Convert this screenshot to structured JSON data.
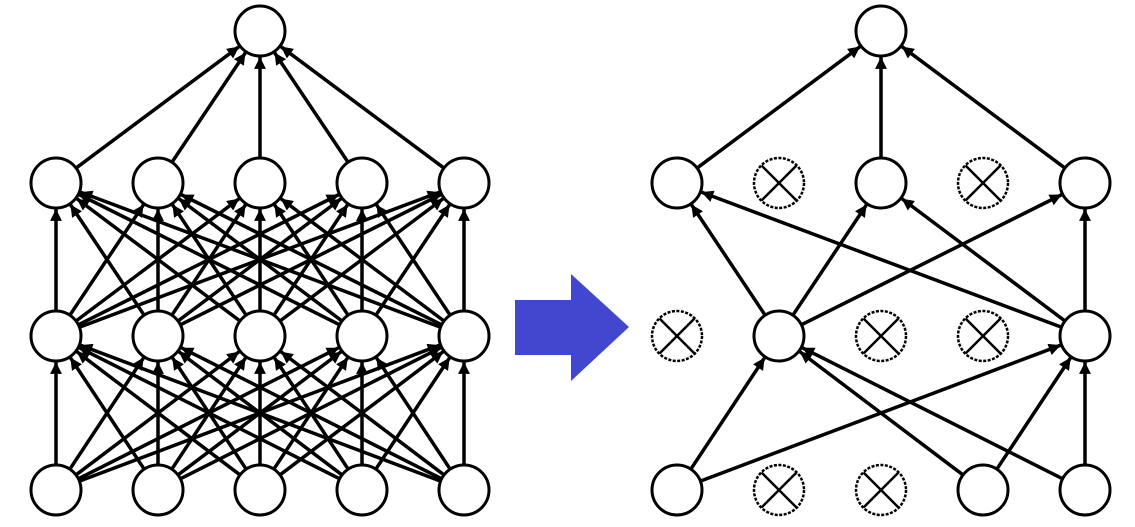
{
  "figure": {
    "description_labels": [],
    "colors": {
      "edge": "#000000",
      "node_fill": "#ffffff",
      "node_stroke": "#000000",
      "transition_arrow": "#4147CF"
    },
    "icons": {
      "dropped_unit": "circled-x-icon",
      "transition": "right-arrow-icon"
    }
  },
  "networks": [
    {
      "id": "standard",
      "layers": [
        {
          "units": [
            {
              "dropped": false
            },
            {
              "dropped": false
            },
            {
              "dropped": false
            },
            {
              "dropped": false
            },
            {
              "dropped": false
            }
          ]
        },
        {
          "units": [
            {
              "dropped": false
            },
            {
              "dropped": false
            },
            {
              "dropped": false
            },
            {
              "dropped": false
            },
            {
              "dropped": false
            }
          ]
        },
        {
          "units": [
            {
              "dropped": false
            },
            {
              "dropped": false
            },
            {
              "dropped": false
            },
            {
              "dropped": false
            },
            {
              "dropped": false
            }
          ]
        },
        {
          "units": [
            {
              "dropped": false
            }
          ]
        }
      ],
      "connections": "full"
    },
    {
      "id": "dropout",
      "layers": [
        {
          "units": [
            {
              "dropped": false
            },
            {
              "dropped": true
            },
            {
              "dropped": true
            },
            {
              "dropped": false
            },
            {
              "dropped": false
            }
          ]
        },
        {
          "units": [
            {
              "dropped": true
            },
            {
              "dropped": false
            },
            {
              "dropped": true
            },
            {
              "dropped": true
            },
            {
              "dropped": false
            }
          ]
        },
        {
          "units": [
            {
              "dropped": false
            },
            {
              "dropped": true
            },
            {
              "dropped": false
            },
            {
              "dropped": true
            },
            {
              "dropped": false
            }
          ]
        },
        {
          "units": [
            {
              "dropped": false
            }
          ]
        }
      ],
      "connections": "active-only"
    }
  ]
}
